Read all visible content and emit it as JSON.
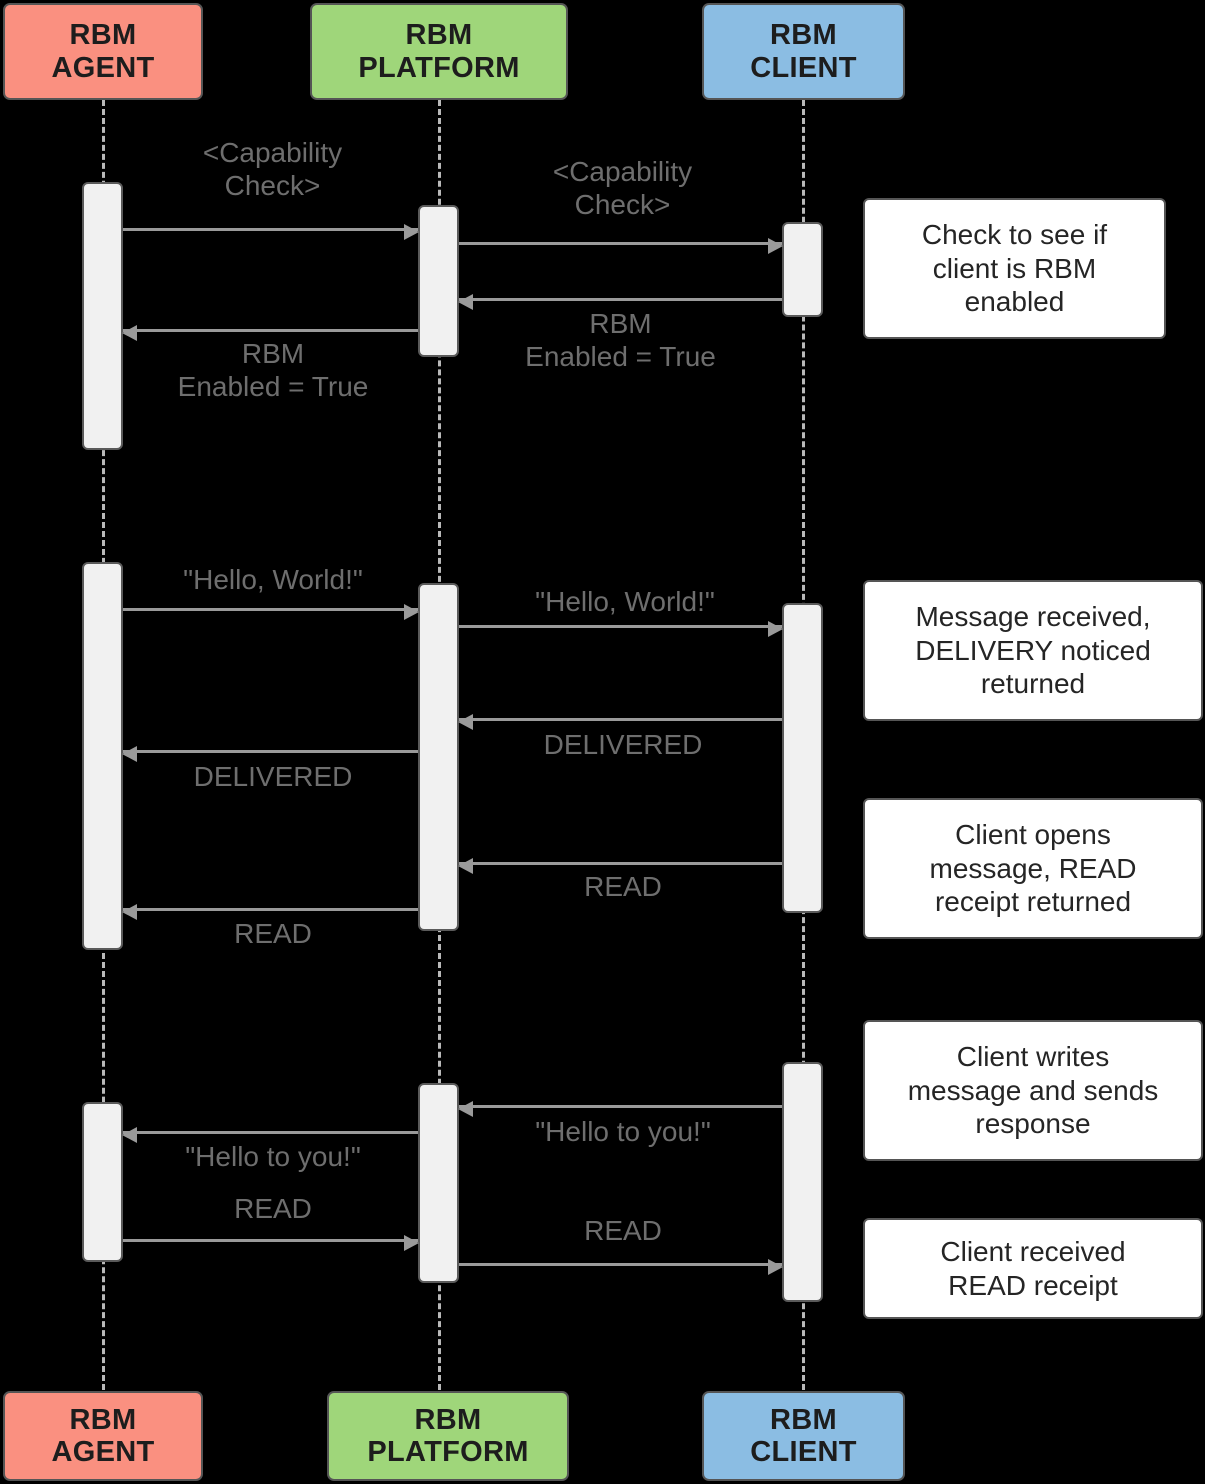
{
  "diagram": {
    "title": "RBM message sequence",
    "background": "#000000",
    "colors": {
      "agent": "#FA9080",
      "platform": "#9FD67A",
      "client": "#8BBDE3",
      "activation": "#F1F1F1",
      "arrow": "#9A9A9A",
      "label_text": "#6E6E6E",
      "note_bg": "#FFFFFF",
      "border": "#555555"
    }
  },
  "actors": [
    {
      "id": "agent",
      "label": "RBM\nAGENT",
      "color": "#FA9080"
    },
    {
      "id": "platform",
      "label": "RBM\nPLATFORM",
      "color": "#9FD67A"
    },
    {
      "id": "client",
      "label": "RBM\nCLIENT",
      "color": "#8BBDE3"
    }
  ],
  "footers": [
    {
      "id": "agent",
      "label": "RBM\nAGENT",
      "color": "#FA9080"
    },
    {
      "id": "platform",
      "label": "RBM\nPLATFORM",
      "color": "#9FD67A"
    },
    {
      "id": "client",
      "label": "RBM\nCLIENT",
      "color": "#8BBDE3"
    }
  ],
  "messages": [
    {
      "id": "m1",
      "label": "<Capability\nCheck>",
      "from": "agent",
      "to": "platform",
      "direction": "right"
    },
    {
      "id": "m2",
      "label": "<Capability\nCheck>",
      "from": "platform",
      "to": "client",
      "direction": "right"
    },
    {
      "id": "m3",
      "label": "RBM\nEnabled = True",
      "from": "client",
      "to": "platform",
      "direction": "left"
    },
    {
      "id": "m4",
      "label": "RBM\nEnabled = True",
      "from": "platform",
      "to": "agent",
      "direction": "left"
    },
    {
      "id": "m5",
      "label": "\"Hello, World!\"",
      "from": "agent",
      "to": "platform",
      "direction": "right"
    },
    {
      "id": "m6",
      "label": "\"Hello, World!\"",
      "from": "platform",
      "to": "client",
      "direction": "right"
    },
    {
      "id": "m7",
      "label": "DELIVERED",
      "from": "client",
      "to": "platform",
      "direction": "left"
    },
    {
      "id": "m8",
      "label": "DELIVERED",
      "from": "platform",
      "to": "agent",
      "direction": "left"
    },
    {
      "id": "m9",
      "label": "READ",
      "from": "client",
      "to": "platform",
      "direction": "left"
    },
    {
      "id": "m10",
      "label": "READ",
      "from": "platform",
      "to": "agent",
      "direction": "left"
    },
    {
      "id": "m11",
      "label": "\"Hello to you!\"",
      "from": "client",
      "to": "platform",
      "direction": "left"
    },
    {
      "id": "m12",
      "label": "\"Hello to you!\"",
      "from": "platform",
      "to": "agent",
      "direction": "left"
    },
    {
      "id": "m13",
      "label": "READ",
      "from": "agent",
      "to": "platform",
      "direction": "right"
    },
    {
      "id": "m14",
      "label": "READ",
      "from": "platform",
      "to": "client",
      "direction": "right"
    }
  ],
  "notes": [
    {
      "id": "n1",
      "text": "Check to see if\nclient is RBM\nenabled"
    },
    {
      "id": "n2",
      "text": "Message received,\nDELIVERY noticed\nreturned"
    },
    {
      "id": "n3",
      "text": "Client opens\nmessage, READ\nreceipt returned"
    },
    {
      "id": "n4",
      "text": "Client writes\nmessage and sends\nresponse"
    },
    {
      "id": "n5",
      "text": "Client received\nREAD receipt"
    }
  ]
}
